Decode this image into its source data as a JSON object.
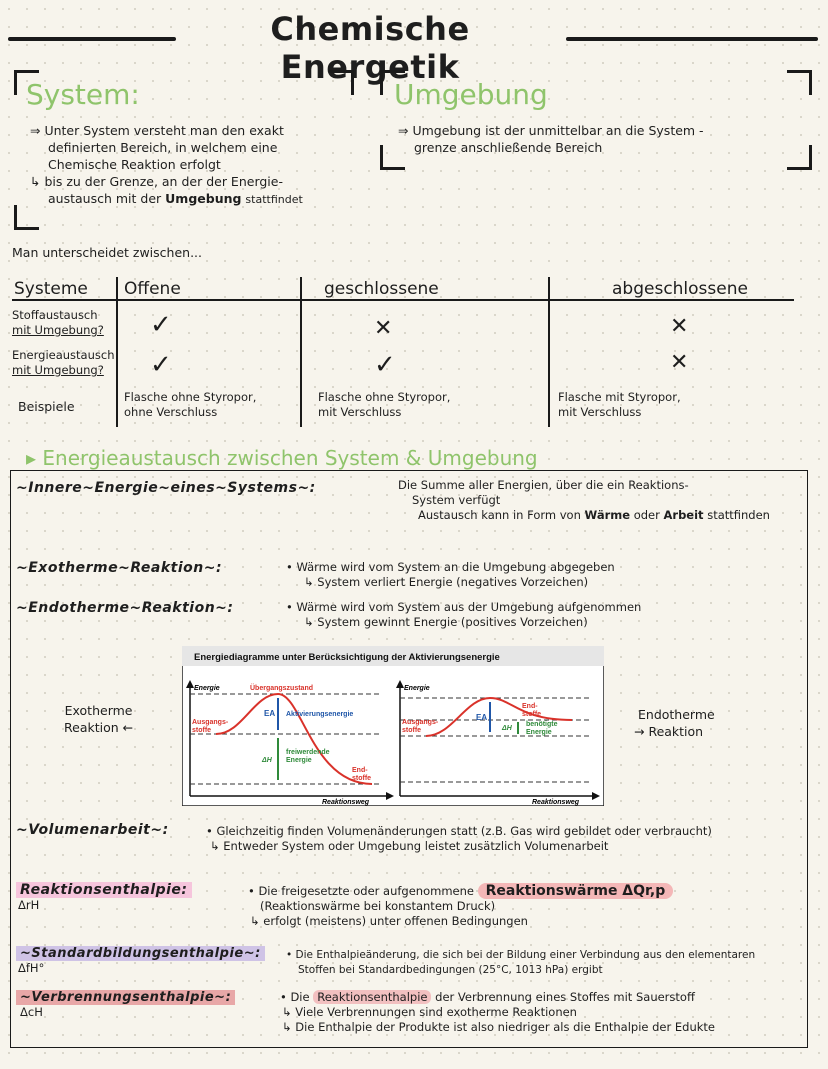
{
  "title": "Chemische Energetik",
  "system": {
    "heading": "System:",
    "lines": [
      "⇒ Unter System versteht man den exakt",
      "definierten Bereich, in welchem eine",
      "Chemische Reaktion erfolgt",
      "↳ bis zu der Grenze, an der der Energie-",
      "austausch mit der"
    ],
    "emph": "Umgebung",
    "tail": "stattfindet"
  },
  "umgebung": {
    "heading": "Umgebung",
    "line1": "⇒ Umgebung ist der unmittelbar an die System -",
    "line2": "grenze anschließende Bereich"
  },
  "intro": "Man unterscheidet zwischen...",
  "table": {
    "headers": [
      "Systeme",
      "Offene",
      "geschlossene",
      "abgeschlossene"
    ],
    "row1_label_a": "Stoffaustausch",
    "row1_label_b": "mit Umgebung?",
    "row2_label_a": "Energieaustausch",
    "row2_label_b": "mit Umgebung?",
    "row3_label": "Beispiele",
    "check": "✓",
    "cross": "✕",
    "ex_open_a": "Flasche ohne Styropor,",
    "ex_open_b": "ohne Verschluss",
    "ex_closed_a": "Flasche ohne Styropor,",
    "ex_closed_b": "mit Verschluss",
    "ex_iso_a": "Flasche mit Styropor,",
    "ex_iso_b": "mit Verschluss"
  },
  "section2": {
    "heading": "▸ Energieaustausch zwischen System & Umgebung",
    "innere_label": "~Innere~Energie~eines~Systems~:",
    "innere_1": "Die Summe aller Energien, über die ein Reaktions-",
    "innere_2": "System verfügt",
    "innere_3a": "Austausch kann in Form von",
    "innere_3b": "Wärme",
    "innere_3c": "oder",
    "innere_3d": "Arbeit",
    "innere_3e": "stattfinden",
    "exo_label": "~Exotherme~Reaktion~:",
    "exo_1": "• Wärme wird vom System an die Umgebung abgegeben",
    "exo_2": "↳ System verliert Energie (negatives Vorzeichen)",
    "endo_label": "~Endotherme~Reaktion~:",
    "endo_1": "• Wärme wird vom System aus der Umgebung aufgenommen",
    "endo_2": "↳ System gewinnt Energie (positives Vorzeichen)"
  },
  "diagram": {
    "title": "Energiediagramme unter Berücksichtigung der Aktivierungsenergie",
    "energie": "Energie",
    "uebergang": "Übergangszustand",
    "ausgangs_a": "Ausgangs-",
    "ausgangs_b": "stoffe",
    "ea": "EA",
    "aktiv": "Aktivierungsenergie",
    "dh": "ΔH",
    "frei_a": "freiwerdende",
    "frei_b": "Energie",
    "end_a": "End-",
    "end_b": "stoffe",
    "ben_a": "benötigte",
    "ben_b": "Energie",
    "weg": "Reaktionsweg",
    "left_a": "Exotherme",
    "left_b": "Reaktion ←",
    "right_a": "Endotherme",
    "right_b": "→ Reaktion"
  },
  "volumen": {
    "label": "~Volumenarbeit~:",
    "l1": "• Gleichzeitig finden Volumenänderungen statt (z.B. Gas wird gebildet oder verbraucht)",
    "l2": "↳ Entweder System oder Umgebung leistet zusätzlich Volumenarbeit"
  },
  "reaktion": {
    "label": "Reaktionsenthalpie:",
    "sym": "ΔrH",
    "l1": "• Die freigesetzte oder aufgenommene",
    "emph": "Reaktionswärme ΔQr,p",
    "l2": "(Reaktionswärme bei konstantem Druck)",
    "l3": "↳ erfolgt (meistens) unter offenen Bedingungen"
  },
  "standard": {
    "label": "~Standardbildungsenthalpie~:",
    "sym": "ΔfH°",
    "l1": "• Die Enthalpieänderung, die sich bei der Bildung einer Verbindung aus den elementaren",
    "l2": "Stoffen bei Standardbedingungen (25°C, 1013 hPa) ergibt"
  },
  "verbrennung": {
    "label": "~Verbrennungsenthalpie~:",
    "sym": "ΔcH",
    "l1a": "• Die",
    "l1b": "Reaktionsenthalpie",
    "l1c": "der Verbrennung eines Stoffes mit Sauerstoff",
    "l2": "↳ Viele Verbrennungen sind exotherme Reaktionen",
    "l3": "↳ Die Enthalpie der Produkte ist also niedriger als die Enthalpie der Edukte"
  },
  "colors": {
    "green": "#8fc46b",
    "pink": "#f4b7b7",
    "purple": "#b9a9d6",
    "diagram_red": "#d9322a",
    "diagram_blue": "#1f56a8",
    "diagram_green": "#2f8a3a"
  }
}
